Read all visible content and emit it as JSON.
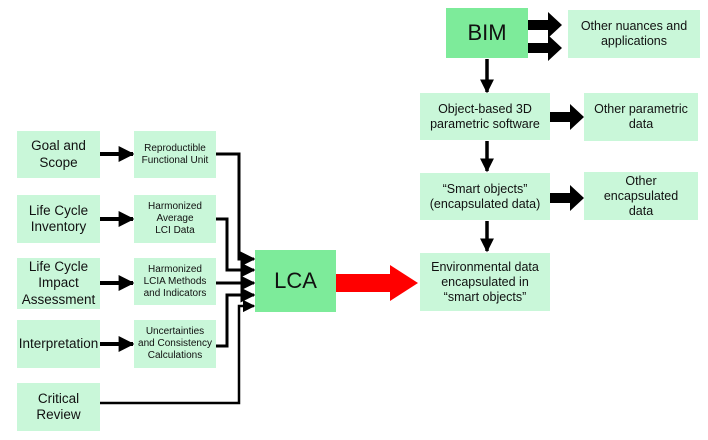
{
  "colors": {
    "box_fill": "#c9f7d9",
    "highlight_fill": "#7deb9a",
    "arrow": "#000000",
    "main_arrow": "#ff0000"
  },
  "left_column": [
    {
      "id": "goal",
      "label": "Goal and\nScope"
    },
    {
      "id": "lci",
      "label": "Life Cycle\nInventory"
    },
    {
      "id": "lcia",
      "label": "Life Cycle\nImpact\nAssessment"
    },
    {
      "id": "interpretation",
      "label": "Interpretation"
    },
    {
      "id": "critical",
      "label": "Critical\nReview"
    }
  ],
  "middle_column": [
    {
      "id": "functional-unit",
      "label": "Reproductible\nFunctional Unit"
    },
    {
      "id": "lci-data",
      "label": "Harmonized\nAverage\nLCI Data"
    },
    {
      "id": "lcia-methods",
      "label": "Harmonized\nLCIA Methods\nand Indicators"
    },
    {
      "id": "uncertainties",
      "label": "Uncertainties\nand Consistency\nCalculations"
    }
  ],
  "lca": {
    "label": "LCA"
  },
  "bim": {
    "label": "BIM"
  },
  "right_column": [
    {
      "id": "object-based",
      "label": "Object-based 3D\nparametric software"
    },
    {
      "id": "smart-objects",
      "label": "“Smart objects”\n(encapsulated data)"
    },
    {
      "id": "environmental",
      "label": "Environmental data\nencapsulated in\n“smart objects”"
    }
  ],
  "side_outputs": [
    {
      "id": "nuances",
      "label": "Other nuances and\napplications"
    },
    {
      "id": "parametric",
      "label": "Other parametric\ndata"
    },
    {
      "id": "encapsulated",
      "label": "Other\nencapsulated\ndata"
    }
  ]
}
